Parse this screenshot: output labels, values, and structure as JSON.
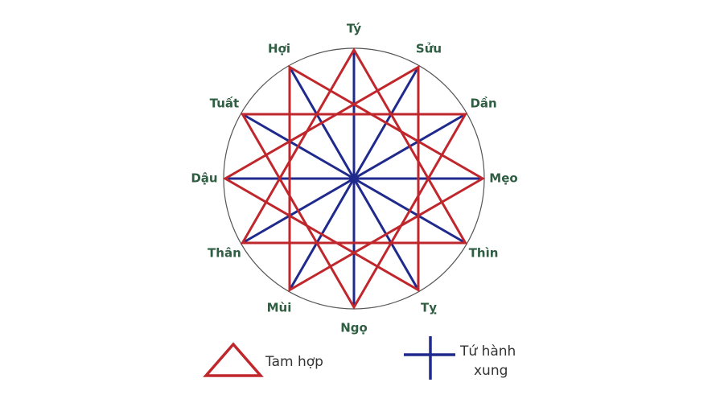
{
  "branches": [
    "Tý",
    "Sửu",
    "Dần",
    "Mẹo",
    "Thìn",
    "Tỵ",
    "Ngọ",
    "Mùi",
    "Thân",
    "Dậu",
    "Tuất",
    "Hợi"
  ],
  "triads": [
    [
      0,
      4,
      8
    ],
    [
      1,
      5,
      9
    ],
    [
      2,
      6,
      10
    ],
    [
      3,
      7,
      11
    ]
  ],
  "oppositions": [
    [
      0,
      6
    ],
    [
      1,
      7
    ],
    [
      2,
      8
    ],
    [
      3,
      9
    ],
    [
      4,
      10
    ],
    [
      5,
      11
    ]
  ],
  "colors": {
    "triad": "#c0272d",
    "opposition": "#1f2a8c",
    "circle": "#555555",
    "label": "#2f5e43",
    "legend_text": "#333333"
  },
  "legend": {
    "triad_label": "Tam hợp",
    "opposition_label_line1": "Tứ hành",
    "opposition_label_line2": "xung"
  }
}
